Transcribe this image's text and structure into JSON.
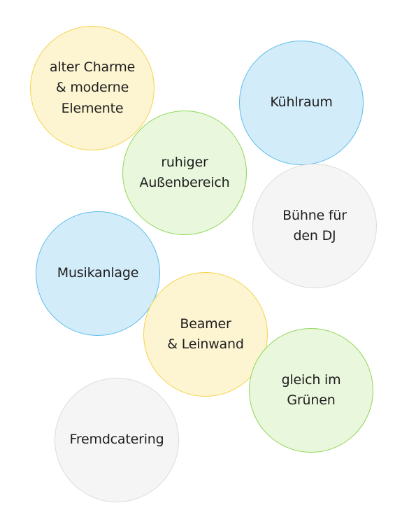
{
  "features": [
    {
      "id": "charm",
      "label": "alter Charme\n& moderne\nElemente",
      "color": "yellow"
    },
    {
      "id": "cold-room",
      "label": "Kühlraum",
      "color": "blue"
    },
    {
      "id": "outdoor",
      "label": "ruhiger\nAußenbereich",
      "color": "green"
    },
    {
      "id": "dj-stage",
      "label": "Bühne für\nden DJ",
      "color": "grey"
    },
    {
      "id": "music",
      "label": "Musikanlage",
      "color": "blue"
    },
    {
      "id": "projector",
      "label": "Beamer\n& Leinwand",
      "color": "yellow"
    },
    {
      "id": "nature",
      "label": "gleich im\nGrünen",
      "color": "green"
    },
    {
      "id": "catering",
      "label": "Fremdcatering",
      "color": "grey"
    }
  ],
  "colors": {
    "yellow_fill": "#fdf5d2",
    "yellow_border": "#f5d34a",
    "blue_fill": "#d3ecfa",
    "blue_border": "#5bbde9",
    "green_fill": "#e9f7dc",
    "green_border": "#8fd758",
    "grey_fill": "#f5f5f5",
    "grey_border": "#dcdcdc"
  }
}
